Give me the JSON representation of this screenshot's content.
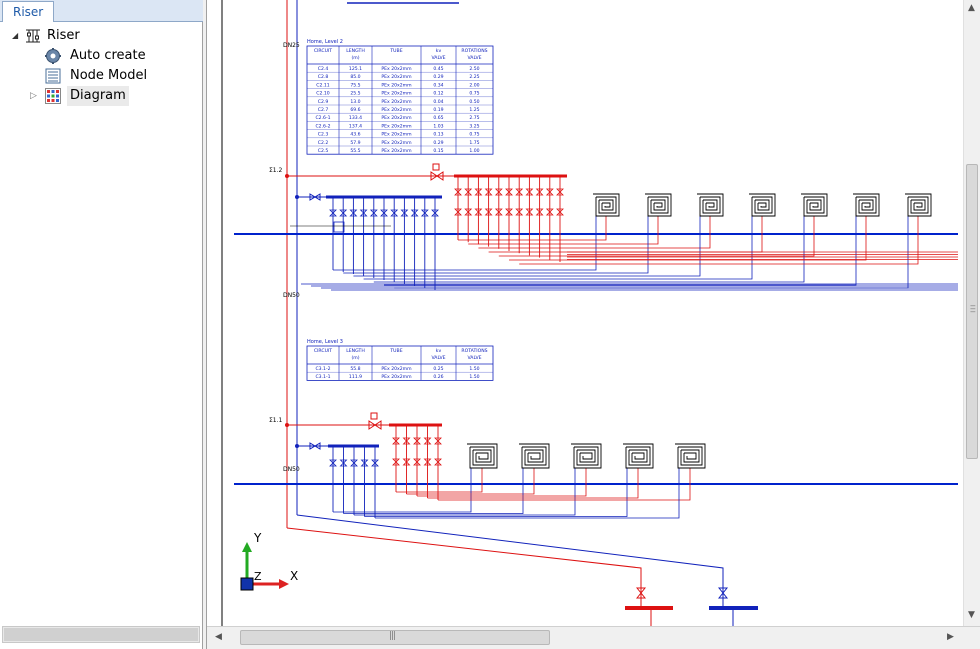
{
  "panel": {
    "tab_label": "Riser",
    "tree": {
      "root_label": "Riser",
      "items": [
        {
          "label": "Auto create",
          "icon": "gear-icon"
        },
        {
          "label": "Node Model",
          "icon": "list-icon"
        },
        {
          "label": "Diagram",
          "icon": "diagram-icon"
        }
      ]
    }
  },
  "diagram": {
    "level2": {
      "table_title": "Home, Level 2",
      "headers": [
        "CIRCUIT",
        "LENGTH\n(m)",
        "TUBE",
        "kv\nVALVE",
        "ROTATIONS\nVALVE"
      ],
      "rows": [
        [
          "C2.4",
          "125.1",
          "PEx 20x2mm",
          "0.45",
          "2.50"
        ],
        [
          "C2.8",
          "85.0",
          "PEx 20x2mm",
          "0.29",
          "2.25"
        ],
        [
          "C2.11",
          "75.5",
          "PEx 20x2mm",
          "0.34",
          "2.00"
        ],
        [
          "C2.10",
          "25.5",
          "PEx 20x2mm",
          "0.12",
          "0.75"
        ],
        [
          "C2.9",
          "13.0",
          "PEx 20x2mm",
          "0.04",
          "0.50"
        ],
        [
          "C2.7",
          "69.6",
          "PEx 20x2mm",
          "0.19",
          "1.25"
        ],
        [
          "C2.6-1",
          "133.4",
          "PEx 20x2mm",
          "0.65",
          "2.75"
        ],
        [
          "C2.6-2",
          "137.4",
          "PEx 20x2mm",
          "1.03",
          "3.25"
        ],
        [
          "C2.3",
          "43.6",
          "PEx 20x2mm",
          "0.13",
          "0.75"
        ],
        [
          "C2.2",
          "57.9",
          "PEx 20x2mm",
          "0.29",
          "1.75"
        ],
        [
          "C2.5",
          "55.5",
          "PEx 20x2mm",
          "0.15",
          "1.00"
        ]
      ],
      "manifold_label": "Σ1.2",
      "pipe_label_top": "DN25",
      "pipe_label_bottom": "DN50",
      "circuit_count": 11
    },
    "level3": {
      "table_title": "Home, Level 3",
      "headers": [
        "CIRCUIT",
        "LENGTH\n(m)",
        "TUBE",
        "kv\nVALVE",
        "ROTATIONS\nVALVE"
      ],
      "rows": [
        [
          "C3.1-2",
          "55.8",
          "PEx 20x2mm",
          "0.25",
          "1.50"
        ],
        [
          "C3.1-1",
          "111.9",
          "PEx 20x2mm",
          "0.26",
          "1.50"
        ]
      ],
      "manifold_label": "Σ1.1",
      "pipe_label": "DN50",
      "circuit_count": 5
    },
    "axes": {
      "x": "X",
      "y": "Y",
      "z": "Z"
    },
    "colors": {
      "supply": "#dd1111",
      "return": "#1122bb",
      "floor": "#0022cc",
      "x_axis": "#dd2222",
      "y_axis": "#22aa22"
    }
  }
}
